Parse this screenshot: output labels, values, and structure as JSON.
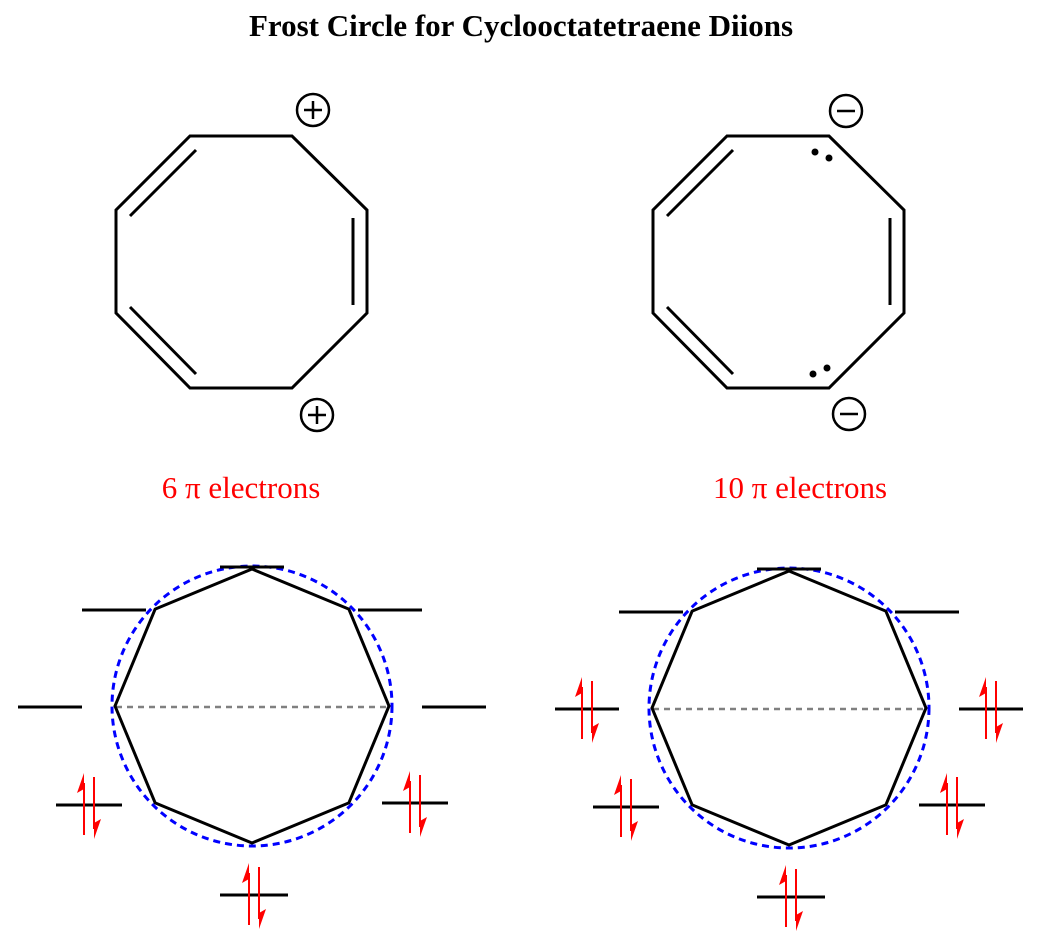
{
  "title": "Frost Circle for Cyclooctatetraene Diions",
  "molecules": [
    {
      "name": "dication",
      "charge_symbol": "+",
      "charge_count": 2,
      "lone_pairs": 0,
      "label": "6 π electrons",
      "pi_electrons": 6
    },
    {
      "name": "dianion",
      "charge_symbol": "−",
      "charge_count": 2,
      "lone_pairs": 2,
      "label": "10 π electrons",
      "pi_electrons": 10
    }
  ],
  "frost_diagrams": [
    {
      "name": "dication",
      "levels_occupancy": [
        0,
        0,
        0,
        0,
        0,
        2,
        2,
        2
      ]
    },
    {
      "name": "dianion",
      "levels_occupancy": [
        0,
        0,
        0,
        2,
        2,
        2,
        2,
        2
      ]
    }
  ],
  "colors": {
    "text": "#000000",
    "label": "#ff0000",
    "circle": "#0000ff",
    "midline": "#808080",
    "electron": "#ff0000"
  }
}
